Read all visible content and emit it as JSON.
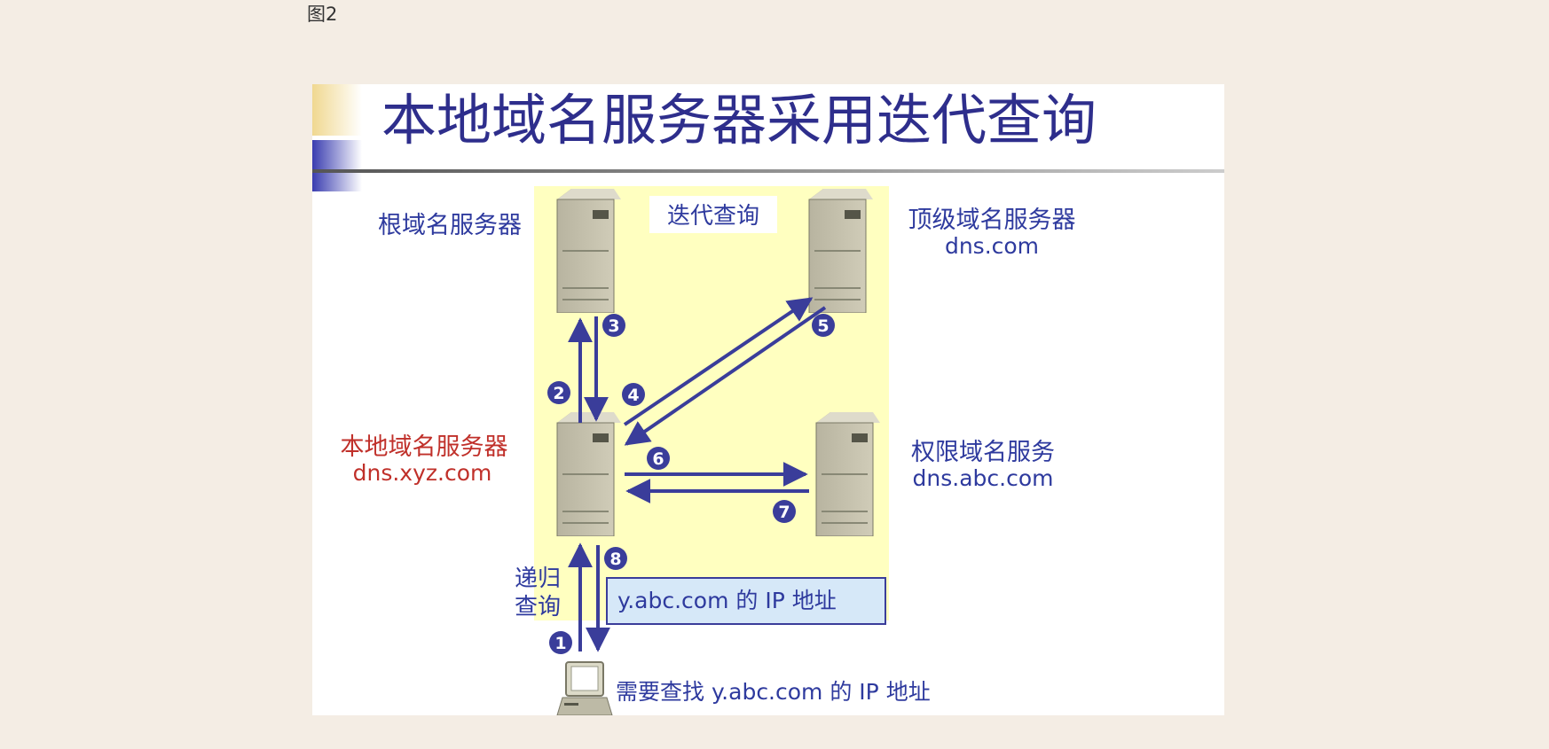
{
  "caption": "图2",
  "diagram": {
    "title": "本地域名服务器采用迭代查询",
    "iterative_label": "迭代查询",
    "recursive_label_line1": "递归",
    "recursive_label_line2": "查询",
    "nodes": {
      "root": {
        "name": "根域名服务器"
      },
      "tld": {
        "name": "顶级域名服务器",
        "host": "dns.com"
      },
      "local": {
        "name": "本地域名服务器",
        "host": "dns.xyz.com"
      },
      "auth": {
        "name": "权限域名服务",
        "host": "dns.abc.com"
      }
    },
    "client_text": "需要查找 y.abc.com 的 IP 地址",
    "answer_box": "y.abc.com 的 IP 地址",
    "steps": [
      "1",
      "2",
      "3",
      "4",
      "5",
      "6",
      "7",
      "8"
    ],
    "colors": {
      "title": "#2e2e8c",
      "blue_text": "#2e3a9e",
      "red_text": "#c0302a",
      "arrow": "#3a3d9a",
      "highlight": "#ffffc0",
      "answer_fill": "#d6e8f8"
    }
  }
}
